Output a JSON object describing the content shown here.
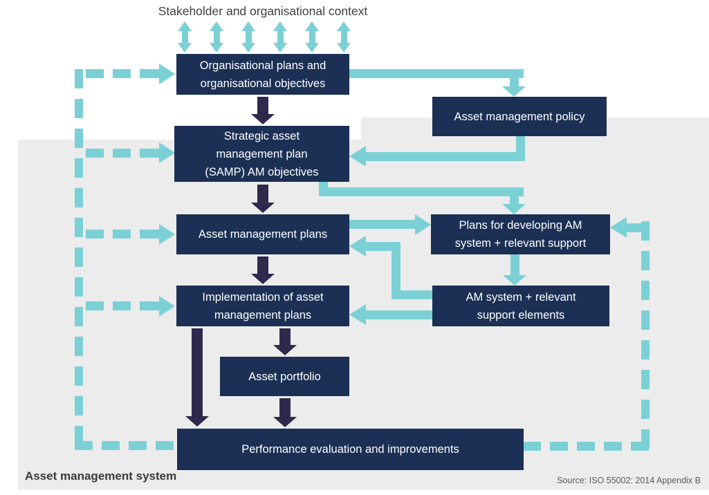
{
  "diagram": {
    "context_label": "Stakeholder and organisational context",
    "system_label": "Asset management system",
    "source_note": "Source: ISO 55002: 2014 Appendix B",
    "colors": {
      "node_fill": "#1b3054",
      "node_text": "#ffffff",
      "accent": "#7bd0d6",
      "dark_arrow": "#2e294d",
      "background_band": "#ececec",
      "heading_text": "#3f3f3f",
      "source_text": "#595959"
    }
  },
  "nodes": {
    "org_plans": "Organisational plans and\norganisational objectives",
    "policy": "Asset management policy",
    "samp": "Strategic asset\nmanagement plan\n(SAMP) AM objectives",
    "am_plans": "Asset management plans",
    "plans_dev": "Plans for developing AM\nsystem + relevant support",
    "implementation": "Implementation of asset\nmanagement plans",
    "am_system": "AM system + relevant\nsupport elements",
    "portfolio": "Asset portfolio",
    "performance": "Performance evaluation and improvements"
  }
}
